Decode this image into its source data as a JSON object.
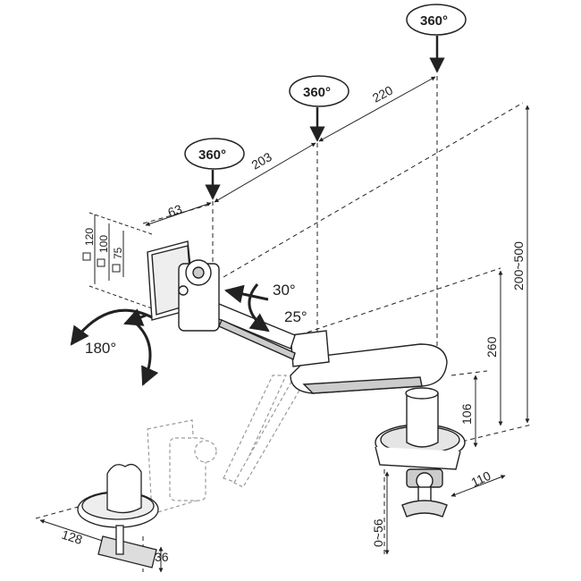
{
  "rotations": {
    "r1": "360°",
    "r2": "360°",
    "r3": "360°",
    "tilt": "180°",
    "swivel": "30°",
    "tilt2": "25°"
  },
  "dimensions": {
    "arm1": "63",
    "arm2": "203",
    "arm3": "220",
    "vesa_a": "120",
    "vesa_b": "100",
    "vesa_c": "75",
    "height_range": "200~500",
    "height_total": "260",
    "pole": "106",
    "base_depth": "110",
    "clamp": "0~56",
    "base_width": "128",
    "clamp_thickness": "36"
  },
  "colors": {
    "line": "#222222",
    "ghost": "#9a9a9a",
    "fill": "#ffffff",
    "shade": "#d8d8d8"
  }
}
